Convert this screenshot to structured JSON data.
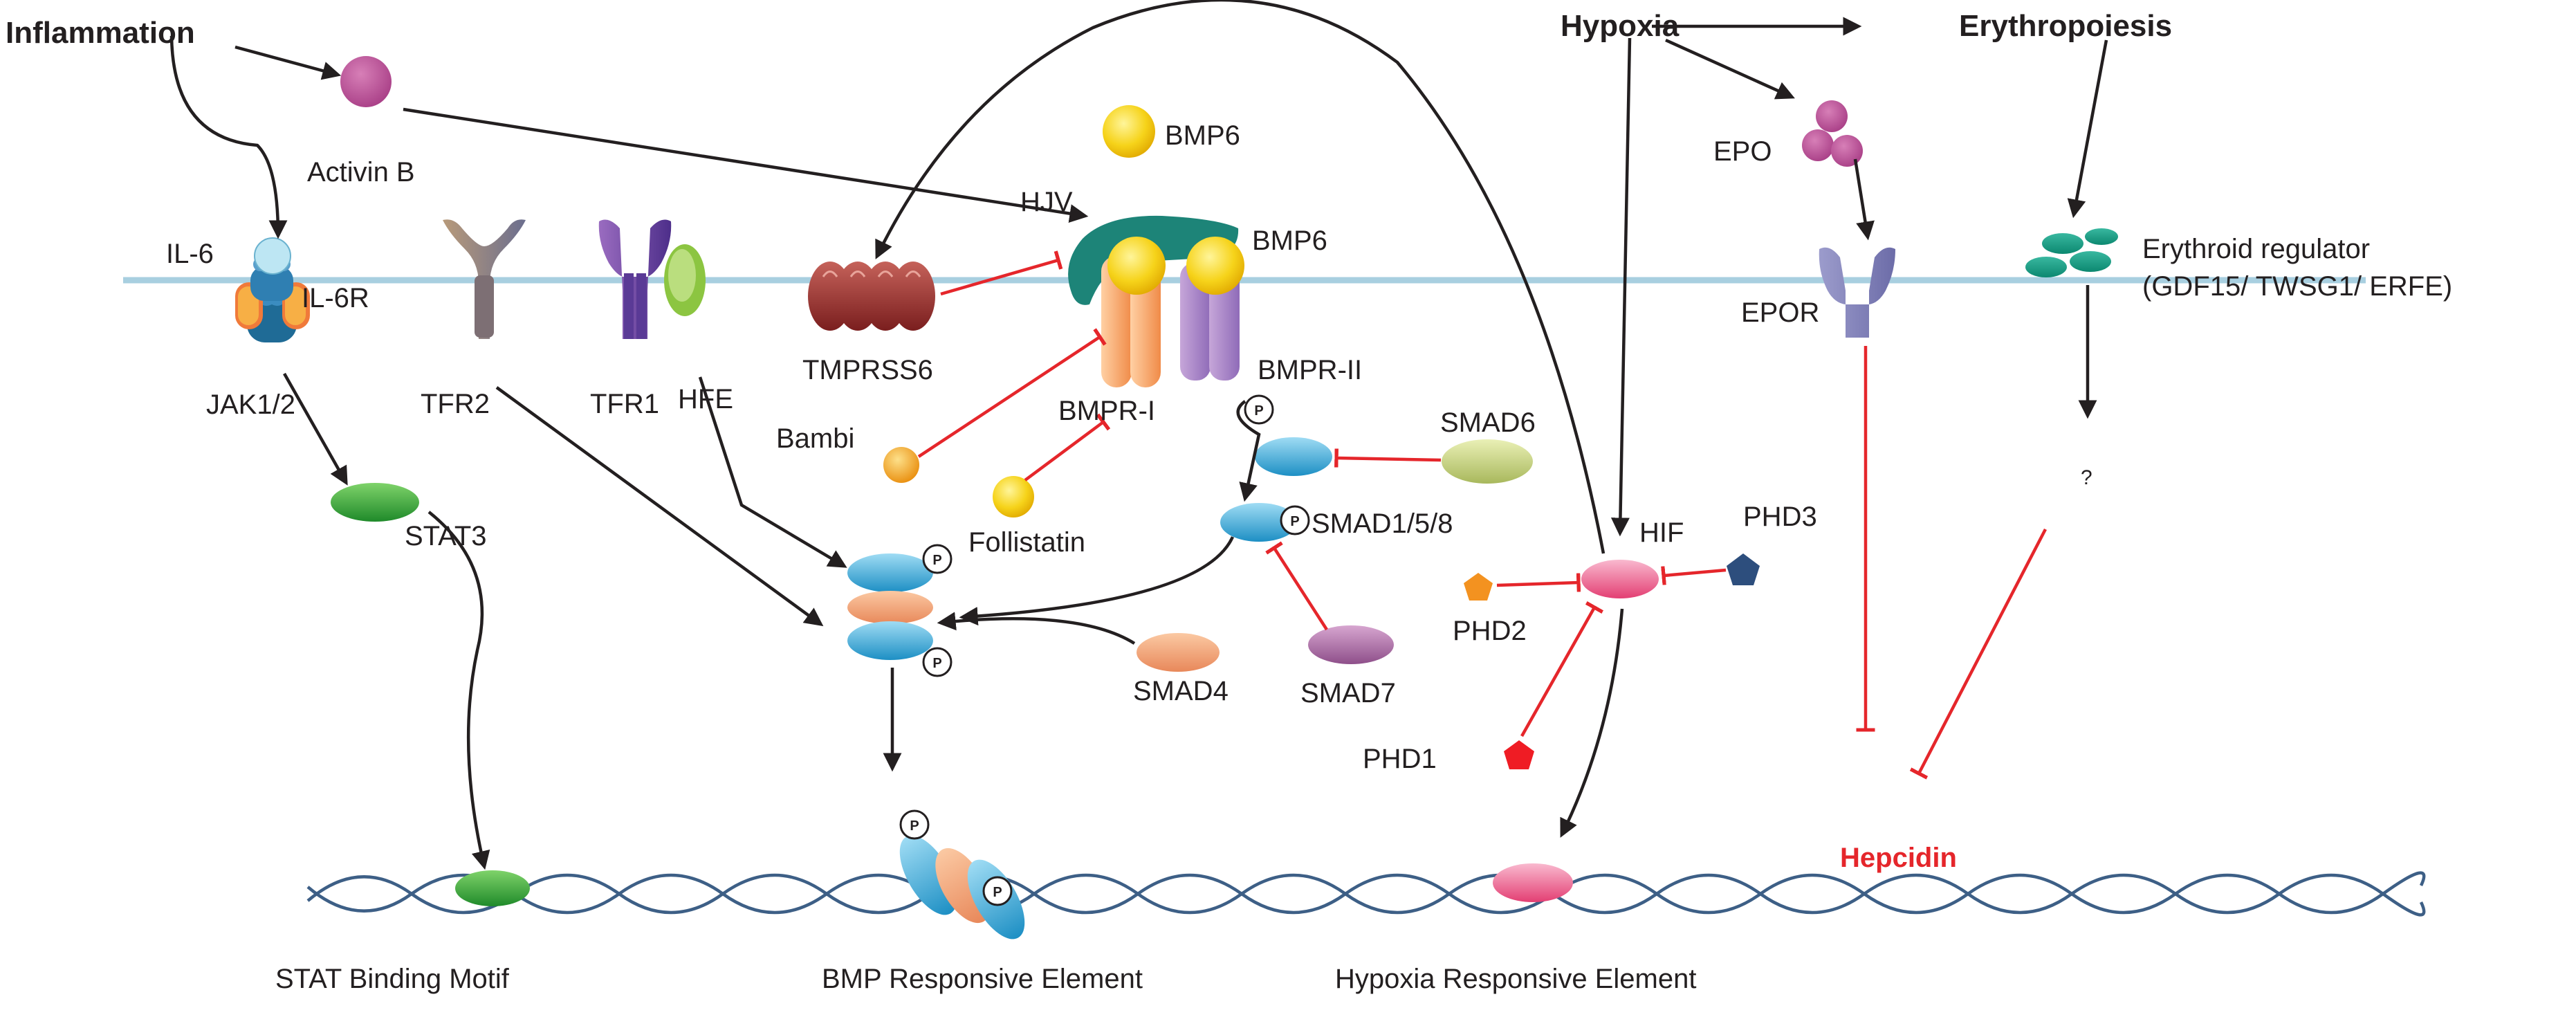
{
  "labels": {
    "inflammation": "Inflammation",
    "hypoxia": "Hypoxia",
    "erythropoiesis": "Erythropoiesis",
    "activin_b": "Activin B",
    "il6": "IL-6",
    "il6r": "IL-6R",
    "jak": "JAK1/2",
    "stat3": "STAT3",
    "tfr2": "TFR2",
    "tfr1": "TFR1",
    "hfe": "HFE",
    "tmprss6": "TMPRSS6",
    "hjv": "HJV",
    "bmp6_free": "BMP6",
    "bmp6_bound": "BMP6",
    "bmpr1": "BMPR-I",
    "bmpr2": "BMPR-II",
    "bambi": "Bambi",
    "follistatin": "Follistatin",
    "smad158": "SMAD1/5/8",
    "smad6": "SMAD6",
    "smad7": "SMAD7",
    "smad4": "SMAD4",
    "epo": "EPO",
    "epor": "EPOR",
    "erythroid_regulator_1": "Erythroid regulator",
    "erythroid_regulator_2": "(GDF15/ TWSG1/ ERFE)",
    "question": "?",
    "hif": "HIF",
    "phd1": "PHD1",
    "phd2": "PHD2",
    "phd3": "PHD3",
    "hepcidin": "Hepcidin",
    "stat_motif": "STAT Binding Motif",
    "bmp_element": "BMP Responsive Element",
    "hypoxia_element": "Hypoxia Responsive Element",
    "phospho": "P"
  },
  "colors": {
    "membrane": "#a8cfe0",
    "activation_arrow": "#231f20",
    "inhibition_line": "#e5262b",
    "hepcidin_text": "#e5262b",
    "dna": "#3d5f86"
  }
}
